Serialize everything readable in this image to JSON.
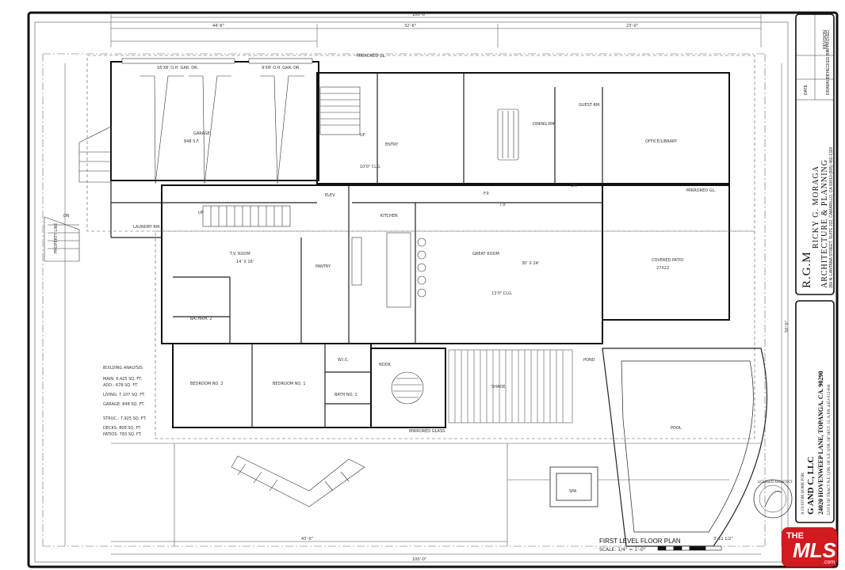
{
  "title_block": {
    "firm_initials": "R.G.M",
    "firm_name": "RICKY G. MORAGA",
    "firm_tagline": "ARCHITECTURE & PLANNING",
    "firm_address": "350 N. LANTANA STREET, SUITE 222, CAMARILLO, CA 93010 (805) 482-1320",
    "revision_label": "REVISION",
    "date_label": "DATE",
    "drawn_label": "DRAWN BY",
    "checked_label": "CHECKED BY",
    "approved_label": "APPROVED",
    "project_intro": "A CUSTOM HOME FOR:",
    "client": "G AND C, LLC",
    "address": "24020 HOVENWEEP LANE, TOPANGA, CA. 90290",
    "legal": "LOT 6 OF TRACT N.E. QTR. OF S.E. QTR. OF SECT. 15, A.P.N. 4453-012-006"
  },
  "sheet": {
    "title": "FIRST LEVEL FLOOR PLAN",
    "scale": "SCALE: 1/4\" = 1'-0\"",
    "property_line": "PROPERTY LINE"
  },
  "rooms": {
    "garage": "GARAGE",
    "garage_area": "848 S.F.",
    "garage_door_1": "16'X8' O.H. GAR. DR.",
    "garage_door_2": "9'X8' O.H. GAR. DR.",
    "entry": "ENTRY",
    "entry_ceiling": "10'0\" CLG.",
    "dining": "DINING RM.",
    "office": "OFFICE/LIBRARY",
    "guest": "GUEST RM.",
    "tv_room": "T.V. ROOM",
    "tv_room_dims": "14' X 16'",
    "laundry": "LAUNDRY RM.",
    "kitchen": "KITCHEN",
    "pantry": "PANTRY",
    "great_room": "GREAT ROOM",
    "great_room_dims": "30' X 24'",
    "great_room_ceiling": "13'0\" CLG.",
    "covered_patio": "COVERED PATIO",
    "covered_patio_dims": "27X22",
    "bath_2": "BATHRM. 2",
    "bath_1": "BATH NO. 1",
    "bedroom_2": "BEDROOM NO. 2",
    "bedroom_1": "BEDROOM NO. 1",
    "wic": "W.I.C.",
    "nook": "NOOK",
    "elev": "ELEV.",
    "shade": "SHADE",
    "pool": "POOL",
    "pond": "POND",
    "spa": "SPA",
    "mirrored_gl_1": "MIRRORED GL.",
    "mirrored_gl_2": "MIRRORED GL.",
    "mirrored_glass": "MIRRORED GLASS",
    "fp": "F.P.",
    "tv": "T.V.",
    "up": "UP",
    "dn": "DN"
  },
  "analysis": {
    "heading": "BUILDING ANALYSIS:",
    "lines": [
      "MAIN: 6,425 SQ. FT.",
      "ADD.: 678 SQ. FT.",
      "LIVING: 7,107 SQ. FT.",
      "GARAGE: 848 SQ. FT.",
      "STRUC.: 7,925 SQ. FT.",
      "DECKS: 808 SQ. FT.",
      "PATIOS: 783 SQ. FT."
    ]
  },
  "dims": {
    "overall_top": "100'-0\"",
    "top_a": "44'-6\"",
    "top_b": "32'-6\"",
    "top_c": "23'-0\"",
    "bottom_a": "43'-0\"",
    "bottom_b": "100'-0\"",
    "bottom_c": "3'-11 1/2\"",
    "right_side": "50'-0\""
  },
  "seal": {
    "text": "LICENSED ARCHITECT"
  },
  "logo": {
    "the": "THE",
    "mls": "MLS",
    "com": ".com"
  },
  "colors": {
    "mls_red": "#d11b1e",
    "line": "#222222"
  }
}
